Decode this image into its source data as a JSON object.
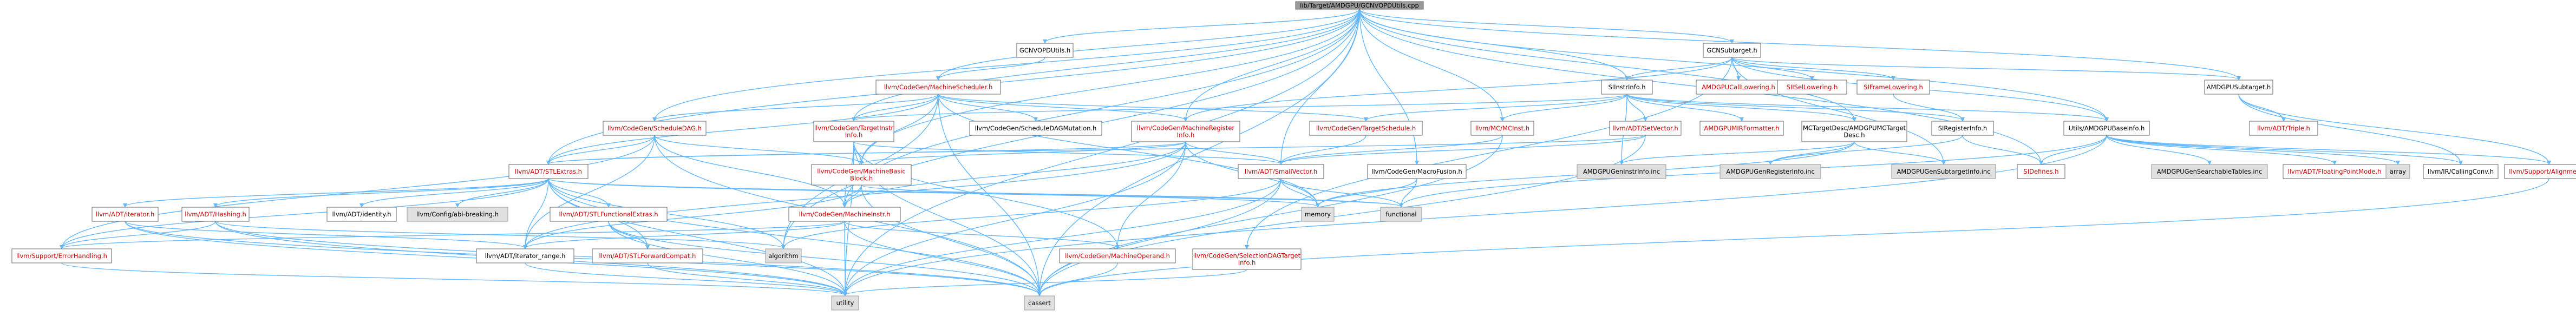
{
  "colors": {
    "root_fill": "#999999",
    "root_stroke": "#666666",
    "root_text": "#000000",
    "link_text": "#cc0000",
    "plain_text": "#000000",
    "white_fill": "#ffffff",
    "white_stroke": "#666666",
    "gray_fill": "#e0e0e0",
    "gray_stroke": "#999999",
    "edge": "#63b8ff"
  },
  "nodes": [
    {
      "id": "root",
      "label": "lib/Target/AMDGPU/GCNVOPDUtils.cpp",
      "style": "root"
    },
    {
      "id": "gcnvopd",
      "label": "GCNVOPDUtils.h",
      "style": "plain"
    },
    {
      "id": "gcnsub",
      "label": "GCNSubtarget.h",
      "style": "plain"
    },
    {
      "id": "mcsched",
      "label": "llvm/CodeGen/MachineScheduler.h",
      "style": "link"
    },
    {
      "id": "amdgpucall",
      "label": "AMDGPUCallLowering.h",
      "style": "link"
    },
    {
      "id": "siisel",
      "label": "SIISelLowering.h",
      "style": "link"
    },
    {
      "id": "siframe",
      "label": "SIFrameLowering.h",
      "style": "link"
    },
    {
      "id": "amdgpusub",
      "label": "AMDGPUSubtarget.h",
      "style": "plain"
    },
    {
      "id": "siinstr",
      "label": "SIInstrInfo.h",
      "style": "plain"
    },
    {
      "id": "schedDAG",
      "label": "llvm/CodeGen/ScheduleDAG.h",
      "style": "link"
    },
    {
      "id": "tii",
      "label": "llvm/CodeGen/TargetInstr\nInfo.h",
      "style": "link"
    },
    {
      "id": "schedMut",
      "label": "llvm/CodeGen/ScheduleDAGMutation.h",
      "style": "plain"
    },
    {
      "id": "mri",
      "label": "llvm/CodeGen/MachineRegister\nInfo.h",
      "style": "link"
    },
    {
      "id": "tsched",
      "label": "llvm/CodeGen/TargetSchedule.h",
      "style": "link"
    },
    {
      "id": "mcinst",
      "label": "llvm/MC/MCInst.h",
      "style": "link"
    },
    {
      "id": "setvec",
      "label": "llvm/ADT/SetVector.h",
      "style": "link"
    },
    {
      "id": "mirfmt",
      "label": "AMDGPUMIRFormatter.h",
      "style": "link"
    },
    {
      "id": "mctdesc",
      "label": "MCTargetDesc/AMDGPUMCTarget\nDesc.h",
      "style": "plain"
    },
    {
      "id": "sireginfo",
      "label": "SIRegisterInfo.h",
      "style": "plain"
    },
    {
      "id": "basinfo",
      "label": "Utils/AMDGPUBaseInfo.h",
      "style": "plain"
    },
    {
      "id": "triple",
      "label": "llvm/ADT/Triple.h",
      "style": "link"
    },
    {
      "id": "stlextras",
      "label": "llvm/ADT/STLExtras.h",
      "style": "link"
    },
    {
      "id": "mbb",
      "label": "llvm/CodeGen/MachineBasic\nBlock.h",
      "style": "link"
    },
    {
      "id": "smallvec",
      "label": "llvm/ADT/SmallVector.h",
      "style": "link"
    },
    {
      "id": "macrofusion",
      "label": "llvm/CodeGen/MacroFusion.h",
      "style": "plain"
    },
    {
      "id": "geninstr",
      "label": "AMDGPUGenInstrInfo.inc",
      "style": "gray"
    },
    {
      "id": "genreg",
      "label": "AMDGPUGenRegisterInfo.inc",
      "style": "gray"
    },
    {
      "id": "gensub",
      "label": "AMDGPUGenSubtargetInfo.inc",
      "style": "gray"
    },
    {
      "id": "sidefines",
      "label": "SIDefines.h",
      "style": "link"
    },
    {
      "id": "searchable",
      "label": "AMDGPUGenSearchableTables.inc",
      "style": "gray"
    },
    {
      "id": "floatmode",
      "label": "llvm/ADT/FloatingPointMode.h",
      "style": "link"
    },
    {
      "id": "array",
      "label": "array",
      "style": "gray"
    },
    {
      "id": "callconv",
      "label": "llvm/IR/CallingConv.h",
      "style": "plain"
    },
    {
      "id": "align",
      "label": "llvm/Support/Alignment.h",
      "style": "link"
    },
    {
      "id": "iterator",
      "label": "llvm/ADT/iterator.h",
      "style": "link"
    },
    {
      "id": "hashing",
      "label": "llvm/ADT/Hashing.h",
      "style": "link"
    },
    {
      "id": "identity",
      "label": "llvm/ADT/identity.h",
      "style": "plain"
    },
    {
      "id": "cfgbreak",
      "label": "llvm/Config/abi-breaking.h",
      "style": "gray"
    },
    {
      "id": "stlfunc",
      "label": "llvm/ADT/STLFunctionalExtras.h",
      "style": "link"
    },
    {
      "id": "minstr",
      "label": "llvm/CodeGen/MachineInstr.h",
      "style": "link"
    },
    {
      "id": "memory",
      "label": "memory",
      "style": "gray"
    },
    {
      "id": "functional",
      "label": "functional",
      "style": "gray"
    },
    {
      "id": "errhandling",
      "label": "llvm/Support/ErrorHandling.h",
      "style": "link"
    },
    {
      "id": "itrange",
      "label": "llvm/ADT/iterator_range.h",
      "style": "plain"
    },
    {
      "id": "stlfwd",
      "label": "llvm/ADT/STLForwardCompat.h",
      "style": "link"
    },
    {
      "id": "algorithm",
      "label": "algorithm",
      "style": "gray"
    },
    {
      "id": "mop",
      "label": "llvm/CodeGen/MachineOperand.h",
      "style": "link"
    },
    {
      "id": "seldag",
      "label": "llvm/CodeGen/SelectionDAGTarget\nInfo.h",
      "style": "link"
    },
    {
      "id": "utility",
      "label": "utility",
      "style": "gray"
    },
    {
      "id": "cassert",
      "label": "cassert",
      "style": "gray"
    }
  ],
  "edges": [
    [
      "root",
      "gcnvopd"
    ],
    [
      "root",
      "gcnsub"
    ],
    [
      "root",
      "mcsched"
    ],
    [
      "root",
      "schedDAG"
    ],
    [
      "root",
      "stlextras"
    ],
    [
      "root",
      "mri"
    ],
    [
      "root",
      "mcinst"
    ],
    [
      "root",
      "smallvec"
    ],
    [
      "root",
      "macrofusion"
    ],
    [
      "root",
      "tii"
    ],
    [
      "root",
      "amdgpusub"
    ],
    [
      "root",
      "siinstr"
    ],
    [
      "root",
      "mctdesc"
    ],
    [
      "root",
      "basinfo"
    ],
    [
      "root",
      "sidefines"
    ],
    [
      "root",
      "minstr"
    ],
    [
      "root",
      "mbb"
    ],
    [
      "root",
      "algorithm"
    ],
    [
      "root",
      "utility"
    ],
    [
      "root",
      "cassert"
    ],
    [
      "gcnvopd",
      "mcsched"
    ],
    [
      "gcnsub",
      "amdgpucall"
    ],
    [
      "gcnsub",
      "siisel"
    ],
    [
      "gcnsub",
      "siframe"
    ],
    [
      "gcnsub",
      "amdgpusub"
    ],
    [
      "gcnsub",
      "siinstr"
    ],
    [
      "gcnsub",
      "basinfo"
    ],
    [
      "gcnsub",
      "gensub"
    ],
    [
      "gcnsub",
      "seldag"
    ],
    [
      "gcnsub",
      "mri"
    ],
    [
      "mcsched",
      "schedDAG"
    ],
    [
      "mcsched",
      "tii"
    ],
    [
      "mcsched",
      "schedMut"
    ],
    [
      "mcsched",
      "mri"
    ],
    [
      "mcsched",
      "tsched"
    ],
    [
      "mcsched",
      "stlextras"
    ],
    [
      "mcsched",
      "mbb"
    ],
    [
      "mcsched",
      "memory"
    ],
    [
      "mcsched",
      "cassert"
    ],
    [
      "mcsched",
      "algorithm"
    ],
    [
      "amdgpusub",
      "triple"
    ],
    [
      "amdgpusub",
      "align"
    ],
    [
      "amdgpusub",
      "callconv"
    ],
    [
      "siinstr",
      "tii"
    ],
    [
      "siinstr",
      "tsched"
    ],
    [
      "siinstr",
      "mcinst"
    ],
    [
      "siinstr",
      "setvec"
    ],
    [
      "siinstr",
      "mirfmt"
    ],
    [
      "siinstr",
      "mctdesc"
    ],
    [
      "siinstr",
      "sireginfo"
    ],
    [
      "siinstr",
      "basinfo"
    ],
    [
      "siinstr",
      "geninstr"
    ],
    [
      "siframe",
      "sireginfo"
    ],
    [
      "schedDAG",
      "mbb"
    ],
    [
      "schedDAG",
      "minstr"
    ],
    [
      "schedDAG",
      "stlextras"
    ],
    [
      "schedDAG",
      "errhandling"
    ],
    [
      "schedDAG",
      "cassert"
    ],
    [
      "schedDAG",
      "itrange"
    ],
    [
      "tii",
      "mbb"
    ],
    [
      "tii",
      "minstr"
    ],
    [
      "tii",
      "smallvec"
    ],
    [
      "tii",
      "utility"
    ],
    [
      "tii",
      "cassert"
    ],
    [
      "tii",
      "mop"
    ],
    [
      "mri",
      "mbb"
    ],
    [
      "mri",
      "minstr"
    ],
    [
      "mri",
      "smallvec"
    ],
    [
      "mri",
      "stlextras"
    ],
    [
      "mri",
      "memory"
    ],
    [
      "mri",
      "utility"
    ],
    [
      "mri",
      "mop"
    ],
    [
      "mri",
      "itrange"
    ],
    [
      "tsched",
      "smallvec"
    ],
    [
      "mcinst",
      "smallvec"
    ],
    [
      "mcinst",
      "cassert"
    ],
    [
      "setvec",
      "smallvec"
    ],
    [
      "setvec",
      "stlextras"
    ],
    [
      "setvec",
      "cassert"
    ],
    [
      "mctdesc",
      "memory"
    ],
    [
      "mctdesc",
      "genreg"
    ],
    [
      "mctdesc",
      "gensub"
    ],
    [
      "mctdesc",
      "geninstr"
    ],
    [
      "sireginfo",
      "sidefines"
    ],
    [
      "sireginfo",
      "genreg"
    ],
    [
      "basinfo",
      "sidefines"
    ],
    [
      "basinfo",
      "searchable"
    ],
    [
      "basinfo",
      "floatmode"
    ],
    [
      "basinfo",
      "array"
    ],
    [
      "basinfo",
      "callconv"
    ],
    [
      "basinfo",
      "align"
    ],
    [
      "basinfo",
      "utility"
    ],
    [
      "basinfo",
      "functional"
    ],
    [
      "stlextras",
      "iterator"
    ],
    [
      "stlextras",
      "hashing"
    ],
    [
      "stlextras",
      "identity"
    ],
    [
      "stlextras",
      "cfgbreak"
    ],
    [
      "stlextras",
      "stlfunc"
    ],
    [
      "stlextras",
      "itrange"
    ],
    [
      "stlextras",
      "stlfwd"
    ],
    [
      "stlextras",
      "algorithm"
    ],
    [
      "stlextras",
      "cassert"
    ],
    [
      "stlextras",
      "functional"
    ],
    [
      "stlextras",
      "memory"
    ],
    [
      "stlextras",
      "utility"
    ],
    [
      "stlextras",
      "errhandling"
    ],
    [
      "mbb",
      "minstr"
    ],
    [
      "mbb",
      "itrange"
    ],
    [
      "mbb",
      "cassert"
    ],
    [
      "mbb",
      "functional"
    ],
    [
      "smallvec",
      "algorithm"
    ],
    [
      "smallvec",
      "utility"
    ],
    [
      "smallvec",
      "cassert"
    ],
    [
      "smallvec",
      "functional"
    ],
    [
      "smallvec",
      "memory"
    ],
    [
      "macrofusion",
      "functional"
    ],
    [
      "macrofusion",
      "memory"
    ],
    [
      "iterator",
      "itrange"
    ],
    [
      "iterator",
      "utility"
    ],
    [
      "iterator",
      "cassert"
    ],
    [
      "hashing",
      "errhandling"
    ],
    [
      "hashing",
      "utility"
    ],
    [
      "hashing",
      "cassert"
    ],
    [
      "hashing",
      "algorithm"
    ],
    [
      "stlfunc",
      "stlfwd"
    ],
    [
      "stlfunc",
      "utility"
    ],
    [
      "stlfunc",
      "cassert"
    ],
    [
      "minstr",
      "mop"
    ],
    [
      "minstr",
      "itrange"
    ],
    [
      "minstr",
      "utility"
    ],
    [
      "minstr",
      "cassert"
    ],
    [
      "minstr",
      "errhandling"
    ],
    [
      "mop",
      "cassert"
    ],
    [
      "itrange",
      "utility"
    ],
    [
      "stlfwd",
      "utility"
    ],
    [
      "seldag",
      "utility"
    ],
    [
      "errhandling",
      "utility"
    ],
    [
      "align",
      "cassert"
    ]
  ]
}
